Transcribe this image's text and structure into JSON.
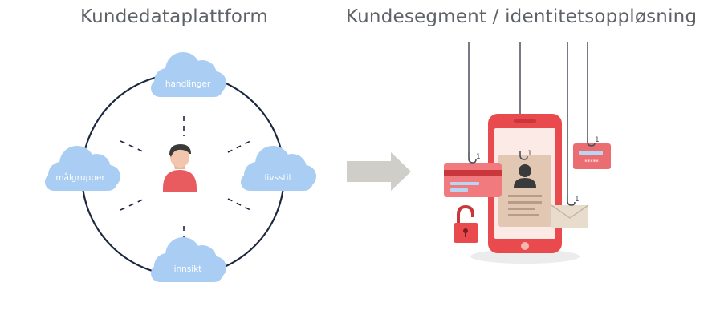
{
  "titles": {
    "left": "Kundedataplattform",
    "right": "Kundesegment / identitetsoppløsning"
  },
  "clouds": {
    "top": "handlinger",
    "left": "målgrupper",
    "right": "livsstil",
    "bottom": "innsikt"
  },
  "hook_marks": [
    "1",
    "1",
    "1",
    "1"
  ],
  "phone_mask": "*****",
  "colors": {
    "cloud": "#a9cdf3",
    "circle": "#1c2740",
    "person": "#e85c60",
    "phone": "#e84a4e",
    "arrow": "#d0cec9",
    "card": "#f07a7e",
    "envelope": "#e8dccd"
  },
  "icons": [
    "person-icon",
    "arrow-icon",
    "phone-icon",
    "id-card-icon",
    "credit-card-icon",
    "padlock-icon",
    "envelope-icon",
    "password-icon",
    "hook-icon"
  ]
}
